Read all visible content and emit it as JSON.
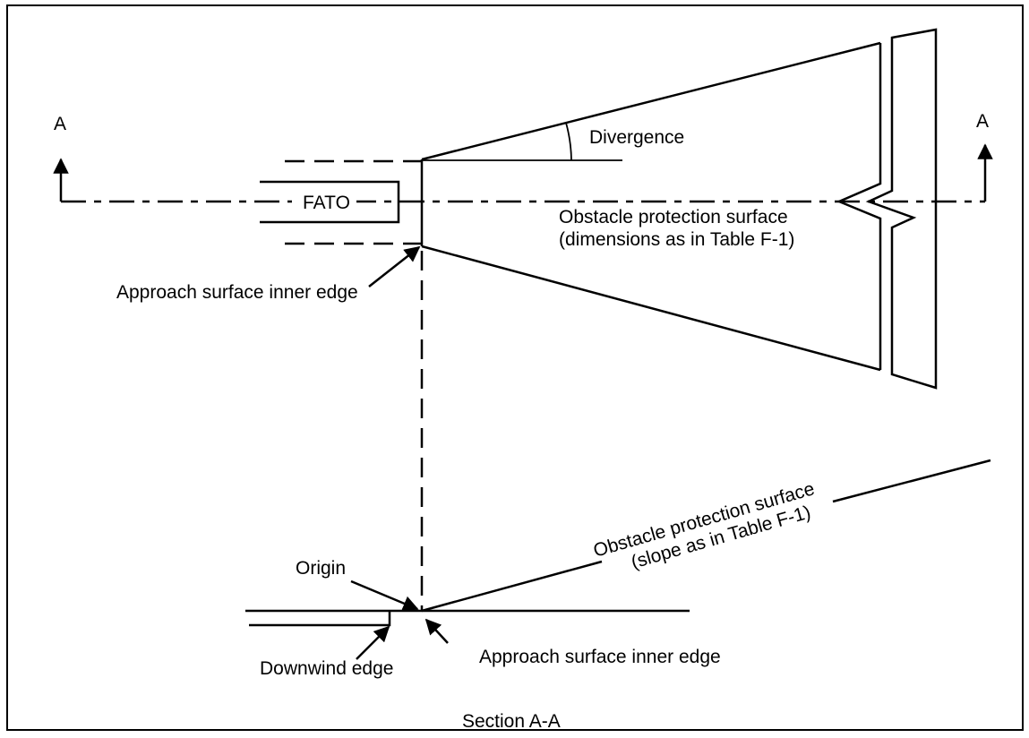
{
  "plan_view": {
    "section_marker_left": "A",
    "section_marker_right": "A",
    "fato_label": "FATO",
    "divergence_label": "Divergence",
    "ops_label_line1": "Obstacle protection surface",
    "ops_label_line2": "(dimensions as in Table F-1)",
    "inner_edge_label": "Approach surface inner edge"
  },
  "section_view": {
    "slope_label_line1": "Obstacle protection surface",
    "slope_label_line2": "(slope as in Table F-1)",
    "origin_label": "Origin",
    "downwind_label": "Downwind edge",
    "inner_edge_label": "Approach surface inner edge",
    "caption": "Section A-A"
  }
}
